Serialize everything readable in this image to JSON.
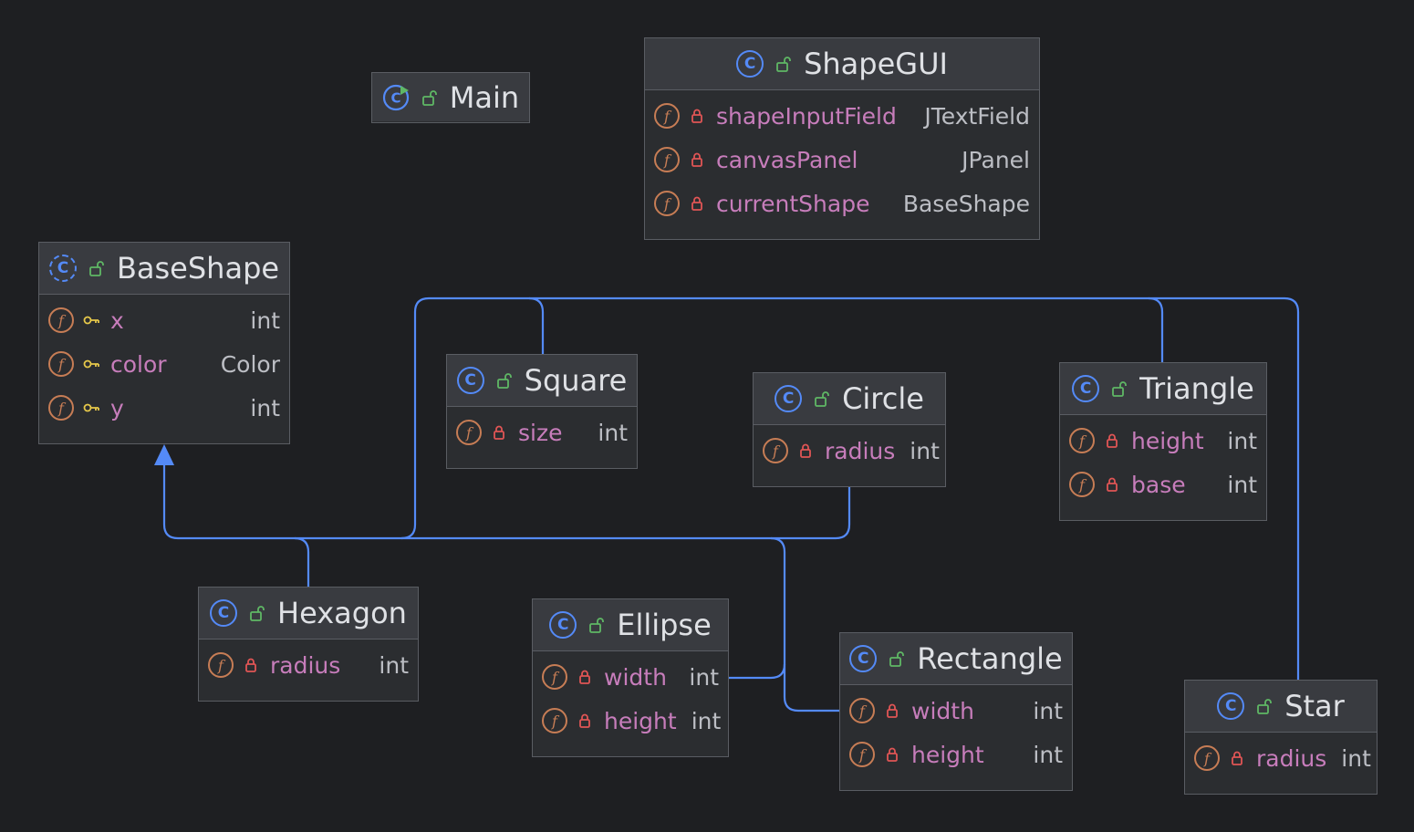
{
  "diagram": {
    "classes": {
      "main": {
        "name": "Main",
        "fields": []
      },
      "shapegui": {
        "name": "ShapeGUI",
        "fields": [
          {
            "name": "shapeInputField",
            "type": "JTextField"
          },
          {
            "name": "canvasPanel",
            "type": "JPanel"
          },
          {
            "name": "currentShape",
            "type": "BaseShape"
          }
        ]
      },
      "baseshape": {
        "name": "BaseShape",
        "fields": [
          {
            "name": "x",
            "type": "int"
          },
          {
            "name": "color",
            "type": "Color"
          },
          {
            "name": "y",
            "type": "int"
          }
        ]
      },
      "square": {
        "name": "Square",
        "fields": [
          {
            "name": "size",
            "type": "int"
          }
        ]
      },
      "circle": {
        "name": "Circle",
        "fields": [
          {
            "name": "radius",
            "type": "int"
          }
        ]
      },
      "triangle": {
        "name": "Triangle",
        "fields": [
          {
            "name": "height",
            "type": "int"
          },
          {
            "name": "base",
            "type": "int"
          }
        ]
      },
      "hexagon": {
        "name": "Hexagon",
        "fields": [
          {
            "name": "radius",
            "type": "int"
          }
        ]
      },
      "ellipse": {
        "name": "Ellipse",
        "fields": [
          {
            "name": "width",
            "type": "int"
          },
          {
            "name": "height",
            "type": "int"
          }
        ]
      },
      "rectangle": {
        "name": "Rectangle",
        "fields": [
          {
            "name": "width",
            "type": "int"
          },
          {
            "name": "height",
            "type": "int"
          }
        ]
      },
      "star": {
        "name": "Star",
        "fields": [
          {
            "name": "radius",
            "type": "int"
          }
        ]
      }
    },
    "colors": {
      "edge": "#548af7",
      "class_icon": "#548af7",
      "field_icon": "#c77d55",
      "field_name": "#c77dbb",
      "field_type": "#bcbec4",
      "private_lock": "#e05555",
      "protected_key": "#e6c84a",
      "public_unlock": "#5fb865"
    },
    "relations": [
      {
        "from": "square",
        "to": "baseshape",
        "kind": "extends"
      },
      {
        "from": "circle",
        "to": "baseshape",
        "kind": "extends"
      },
      {
        "from": "triangle",
        "to": "baseshape",
        "kind": "extends"
      },
      {
        "from": "hexagon",
        "to": "baseshape",
        "kind": "extends"
      },
      {
        "from": "ellipse",
        "to": "baseshape",
        "kind": "extends"
      },
      {
        "from": "rectangle",
        "to": "baseshape",
        "kind": "extends"
      },
      {
        "from": "star",
        "to": "baseshape",
        "kind": "extends"
      }
    ]
  }
}
